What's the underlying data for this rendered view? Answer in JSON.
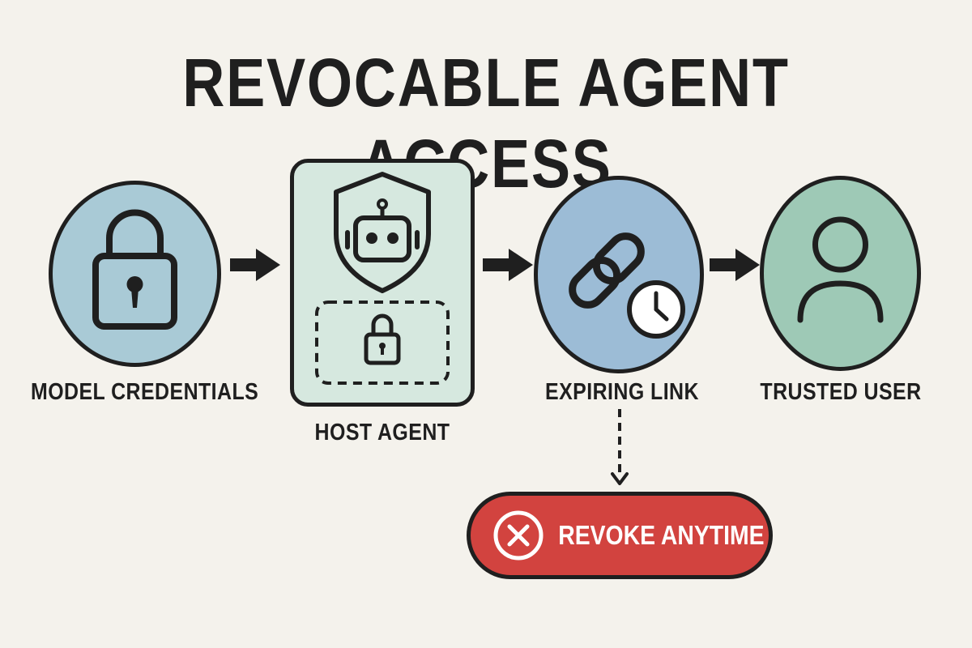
{
  "title": "REVOCABLE AGENT ACCESS",
  "nodes": [
    {
      "label": "MODEL CREDENTIALS",
      "icon": "padlock-icon",
      "color": "#a9cad6"
    },
    {
      "label": "HOST AGENT",
      "icon": "robot-shield-icon",
      "color": "#d6e8df"
    },
    {
      "label": "EXPIRING LINK",
      "icon": "link-clock-icon",
      "color": "#9cbcd6"
    },
    {
      "label": "TRUSTED USER",
      "icon": "user-icon",
      "color": "#9ec9b6"
    }
  ],
  "action": {
    "label": "REVOKE ANYTIME",
    "icon": "x-circle-icon",
    "color": "#d2433f"
  },
  "colors": {
    "background": "#f4f2ec",
    "ink": "#1f1f1f"
  }
}
